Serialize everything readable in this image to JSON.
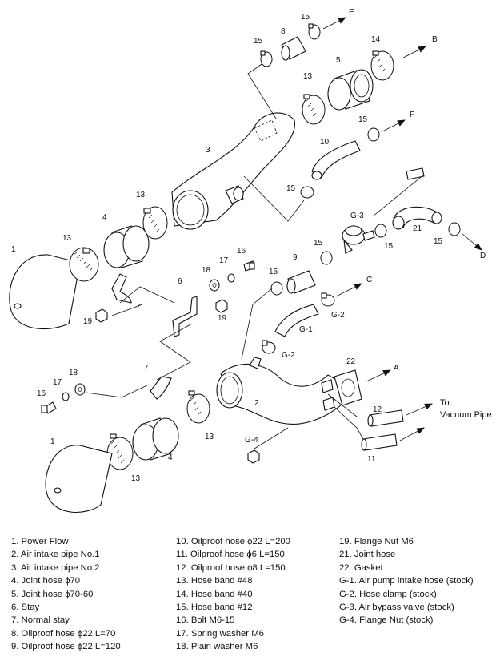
{
  "callouts": {
    "c1a": "1",
    "c1b": "1",
    "c2": "2",
    "c3": "3",
    "c4a": "4",
    "c4b": "4",
    "c5": "5",
    "c6": "6",
    "c7a": "7",
    "c7b": "7",
    "c8": "8",
    "c9": "9",
    "c10": "10",
    "c12": "12",
    "c11": "11",
    "c13a": "13",
    "c13b": "13",
    "c13c": "13",
    "c13d": "13",
    "c13e": "13",
    "c14": "14",
    "c15a": "15",
    "c15b": "15",
    "c15c": "15",
    "c15d": "15",
    "c15e": "15",
    "c15f": "15",
    "c15g": "15",
    "c15h": "15",
    "c16a": "16",
    "c16b": "16",
    "c17a": "17",
    "c17b": "17",
    "c18a": "18",
    "c18b": "18",
    "c19a": "19",
    "c19b": "19",
    "c21": "21",
    "c22": "22",
    "cG1": "G-1",
    "cG2a": "G-2",
    "cG2b": "G-2",
    "cG3": "G-3",
    "cG4": "G-4"
  },
  "destinations": {
    "A": "A",
    "B": "B",
    "C": "C",
    "D": "D",
    "E": "E",
    "F": "F",
    "to": "To",
    "vacuum": "Vacuum Pipe"
  },
  "legend": {
    "col1": [
      "1. Power Flow",
      "2. Air intake pipe No.1",
      "3. Air intake pipe No.2",
      "4. Joint hose ϕ70",
      "5. Joint hose ϕ70-60",
      "6. Stay",
      "7. Normal stay",
      "8. Oilproof hose ϕ22 L=70",
      "9. Oilproof hose ϕ22 L=120"
    ],
    "col2": [
      "10. Oilproof hose ϕ22 L=200",
      "11. Oilproof hose ϕ6 L=150",
      "12. Oilproof hose ϕ8 L=150",
      "13. Hose band #48",
      "14. Hose band #40",
      "15. Hose band #12",
      "16. Bolt M6-15",
      "17. Spring washer M6",
      "18. Plain washer M6"
    ],
    "col3": [
      "19. Flange Nut M6",
      "21. Joint hose",
      "22. Gasket",
      "G-1. Air pump intake hose (stock)",
      "G-2. Hose clamp (stock)",
      "G-3. Air bypass valve (stock)",
      "G-4. Flange Nut (stock)"
    ]
  }
}
